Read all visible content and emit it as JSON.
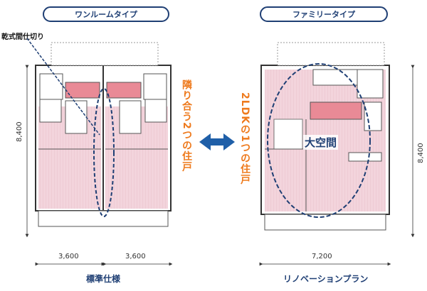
{
  "left_plan": {
    "title": "ワンルームタイプ",
    "callout": "乾式間仕切り",
    "height_dim": "8,400",
    "width_dims": [
      "3,600",
      "3,600"
    ],
    "caption": "標準仕様"
  },
  "right_plan": {
    "title": "ファミリータイプ",
    "height_dim": "8,400",
    "width_dim": "7,200",
    "caption": "リノベーションプラン",
    "big_space_label": "大空間"
  },
  "middle": {
    "left_text": "隣り合う2つの住戸",
    "right_text": "2LDKの1つの住戸"
  },
  "colors": {
    "navy": "#1f3f74",
    "orange": "#ee7a1d",
    "pink": "#f3d4dc",
    "red_wet": "#e98a96"
  }
}
